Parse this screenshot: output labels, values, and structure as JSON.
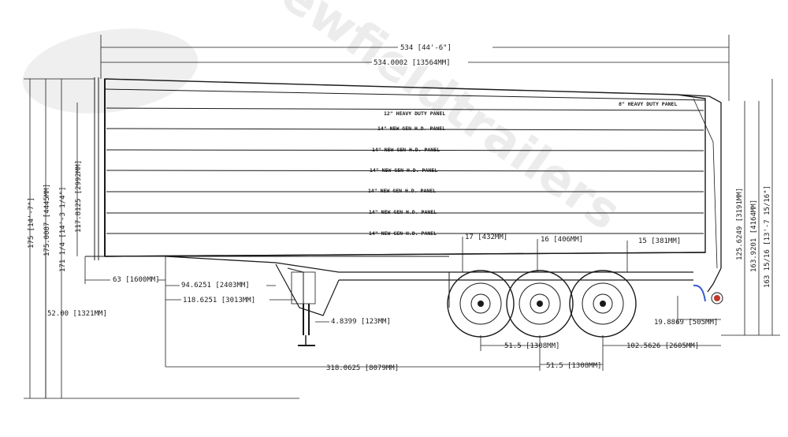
{
  "dimensions": {
    "overall_length": "534 [44'-6\"]",
    "overall_length_mm": "534.0002 [13564MM]",
    "height_total": "175 [14'-7\"]",
    "height_total_mm": "175.0087 [4445MM]",
    "height_front": "171 1/4 [14'-3 1/4\"]",
    "body_height_mm": "117.8125 [2992MM]",
    "rear_body_mm": "125.6249 [3191MM]",
    "rear_height_mm": "163.9201 [4164MM]",
    "rear_height_total": "163 15/16 [13'-7 15/16\"]",
    "deck_height": "52.00 [1321MM]",
    "kingpin_offset": "63 [1600MM]",
    "landing_gear_1": "94.6251 [2403MM]",
    "landing_gear_2": "118.6251 [3013MM]",
    "landing_gear_leg": "4.8399 [123MM]",
    "axle_label_1": "17 [432MM]",
    "axle_label_2": "16 [406MM]",
    "axle_label_3": "15 [381MM]",
    "axle_spacing_1": "51.5 [1308MM]",
    "axle_spacing_2": "51.5 [1308MM]",
    "rear_overhang": "102.5626 [2605MM]",
    "rear_bumper": "19.8869 [505MM]",
    "kingpin_to_axle": "318.0625 [8079MM]"
  },
  "panels": [
    "12\" HEAVY DUTY PANEL",
    "14\" NEW GEN H.D. PANEL",
    "14\" NEW GEN H.D. PANEL",
    "14\" NEW GEN H.D. PANEL",
    "14\" NEW GEN H.D. PANEL",
    "14\" NEW GEN H.D. PANEL",
    "14\" NEW GEN H.D. PANEL"
  ],
  "rear_panel_label": "8\" HEAVY DUTY PANEL",
  "watermark": "newfieldtrailers",
  "colors": {
    "line": "#1a1a1a",
    "watermark": "#d8d8d8",
    "accent_blue": "#3a5bd0",
    "accent_red": "#c0392b"
  }
}
